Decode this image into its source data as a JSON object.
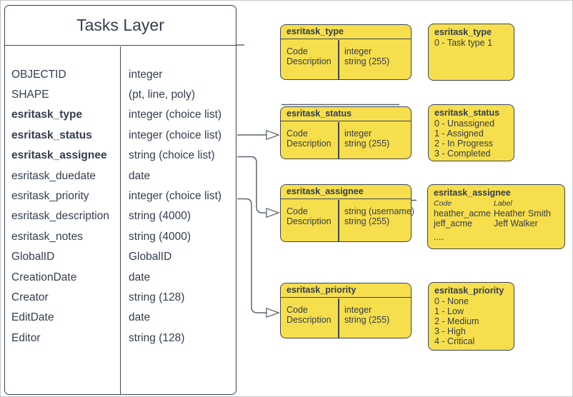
{
  "diagram": {
    "main_table": {
      "title": "Tasks Layer",
      "fields": [
        {
          "name": "OBJECTID",
          "type": "integer"
        },
        {
          "name": "SHAPE",
          "type": "(pt, line, poly)"
        },
        {
          "name": "esritask_type",
          "type": "integer (choice list)"
        },
        {
          "name": "esritask_status",
          "type": "integer (choice list)"
        },
        {
          "name": "esritask_assignee",
          "type": "string (choice list)"
        },
        {
          "name": "esritask_duedate",
          "type": "date"
        },
        {
          "name": "esritask_priority",
          "type": "integer (choice list)"
        },
        {
          "name": "esritask_description",
          "type": "string (4000)"
        },
        {
          "name": "esritask_notes",
          "type": "string (4000)"
        },
        {
          "name": "GlobalID",
          "type": "GlobalID"
        },
        {
          "name": "CreationDate",
          "type": "date"
        },
        {
          "name": "Creator",
          "type": "string (128)"
        },
        {
          "name": "EditDate",
          "type": "date"
        },
        {
          "name": "Editor",
          "type": "string (128)"
        }
      ]
    },
    "domain_tables": [
      {
        "title": "esritask_type",
        "rows": [
          {
            "field": "Code",
            "type": "integer"
          },
          {
            "field": "Description",
            "type": "string (255)"
          }
        ]
      },
      {
        "title": "esritask_status",
        "rows": [
          {
            "field": "Code",
            "type": "integer"
          },
          {
            "field": "Description",
            "type": "string (255)"
          }
        ]
      },
      {
        "title": "esritask_assignee",
        "rows": [
          {
            "field": "Code",
            "type": "string (username)"
          },
          {
            "field": "Description",
            "type": "string (255)"
          }
        ]
      },
      {
        "title": "esritask_priority",
        "rows": [
          {
            "field": "Code",
            "type": "integer"
          },
          {
            "field": "Description",
            "type": "string (255)"
          }
        ]
      }
    ],
    "value_lists": [
      {
        "title": "esritask_type",
        "items": [
          "0 - Task type 1"
        ]
      },
      {
        "title": "esritask_status",
        "items": [
          "0 - Unassigned",
          "1 - Assigned",
          "2 - In Progress",
          "3 - Completed"
        ]
      },
      {
        "title": "esritask_assignee",
        "col_headers": {
          "code": "Code",
          "label": "Label"
        },
        "entries": [
          {
            "code": "heather_acme",
            "label": "Heather Smith"
          },
          {
            "code": "jeff_acme",
            "label": "Jeff Walker"
          }
        ],
        "ellipsis": "...."
      },
      {
        "title": "esritask_priority",
        "items": [
          "0 - None",
          "1 - Low",
          "2 - Medium",
          "3 - High",
          "4 - Critical"
        ]
      }
    ],
    "colors": {
      "yellow_fill": "#f7de4d",
      "dark_border": "#3b4652",
      "text": "#333e4c",
      "connector": "#5c6670",
      "canvas_border": "#c6c8ca"
    }
  }
}
